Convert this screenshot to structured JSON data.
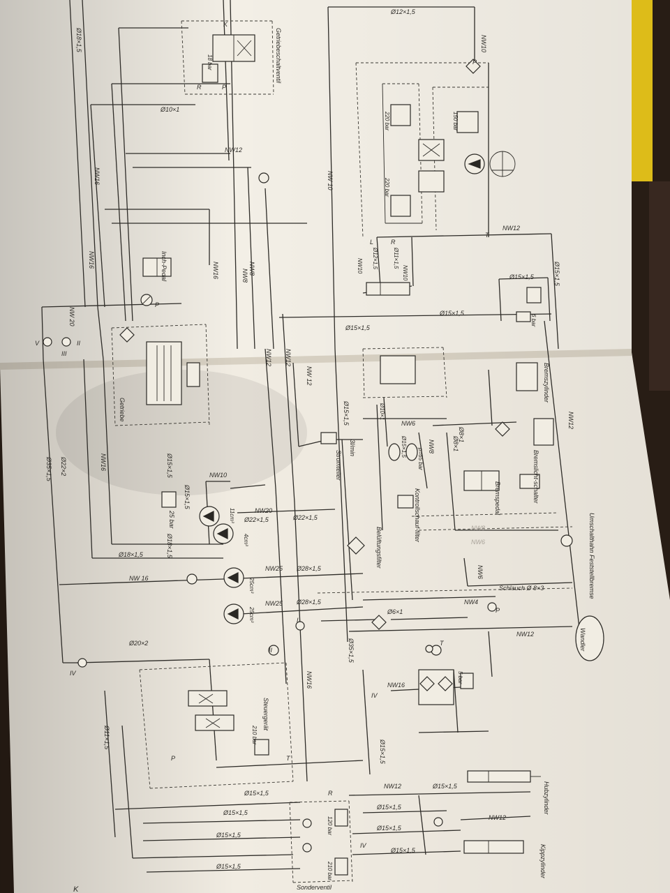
{
  "page_label": "Sonderventil",
  "components": {
    "shift_valve": "Getriebeschaltventil",
    "inch_pedal": "Inch-Pedal",
    "gearbox": "Getriebe",
    "flow_divider": "Stromteiler",
    "flow_rate": "3l/min",
    "check_valve": "Kontrollschauf-filter",
    "vent_filter": "Belüftungsfilter",
    "brake_pedal": "Bremspedal",
    "brake_switch": "Bremslicht-schalter",
    "brake_cylinder": "Bremszylinder",
    "parking_brake": "Umschalthahn Feststellbremse",
    "converter": "Wandler",
    "control_unit": "Steuergerät",
    "lift_cylinder": "Hubzylinder",
    "tilt_cylinder": "Kippzylinder",
    "special_valve": "Sonderventil",
    "hose": "Schlauch Ø 8×3",
    "pump_11": "11cm³",
    "pump_4": "4cm³",
    "pump_25a": "25cm³",
    "pump_25b": "25cm³"
  },
  "pressures": {
    "p220a": "220 bar",
    "p220b": "220 bar",
    "p150": "150 bar",
    "p25": "25 bar",
    "p6": "6 bar",
    "p210": "210 bar",
    "p120": "120 bar",
    "p18": "18 bar",
    "p5": "5 bar",
    "p65": "p=65 bar"
  },
  "lines": {
    "t12x15": "Ø12×1,5",
    "nw10a": "NW10",
    "nw10b": "NW 10",
    "nw12a": "NW12",
    "nw12b": "NW12",
    "nw12c": "NW12",
    "nw12d": "NW12",
    "nw12e": "NW 12",
    "nw16a": "NW16",
    "nw16b": "NW16",
    "nw16c": "NW16",
    "nw16d": "NW16",
    "nw16e": "NW 16",
    "nw8a": "NW8",
    "nw8b": "NW8",
    "nw6a": "NW6",
    "nw6b": "NW6",
    "nw20a": "NW 20",
    "nw20b": "NW20",
    "nw25a": "NW25",
    "nw25b": "NW25",
    "nw4": "NW4",
    "d18x15": "Ø18×1,5",
    "d18x15b": "Ø18×1,5",
    "d10x1": "Ø10×1",
    "d15x15a": "Ø15×1,5",
    "d15x15b": "Ø15×1,5",
    "d15x15c": "Ø15×1,5",
    "d15x15d": "Ø15×1,5",
    "d22x15": "Ø22×1,5",
    "d22x15b": "Ø22×1,5",
    "d28x15": "Ø28×1,5",
    "d28x15b": "Ø28×1,5",
    "d22x2": "Ø22×2",
    "d35x15": "Ø35×1,5",
    "d35x15b": "Ø35×1,5",
    "d20x2": "Ø20×2",
    "d6x1": "Ø6×1",
    "d8x1": "Ø8×1",
    "d8x1b": "Ø8×1",
    "d10x1b": "Ø10×1",
    "d12x15": "Ø12×1,5",
    "d11x15": "Ø11×1,5",
    "d15x15e": "Ø15×1,5",
    "d15x15f": "Ø15×1,5",
    "d15x15g": "Ø15×1,5",
    "d15x15h": "Ø15×1,5"
  },
  "roman": {
    "I": "I",
    "II": "II",
    "III": "III",
    "IV": "IV",
    "V": "V"
  },
  "ports": {
    "P": "P",
    "T": "T",
    "R": "R",
    "L": "L",
    "K": "K"
  },
  "colors": {
    "paper": "#f3efe6",
    "ink": "#2e2c28",
    "background": "#2a1e16",
    "binder": "#e8c51a"
  }
}
